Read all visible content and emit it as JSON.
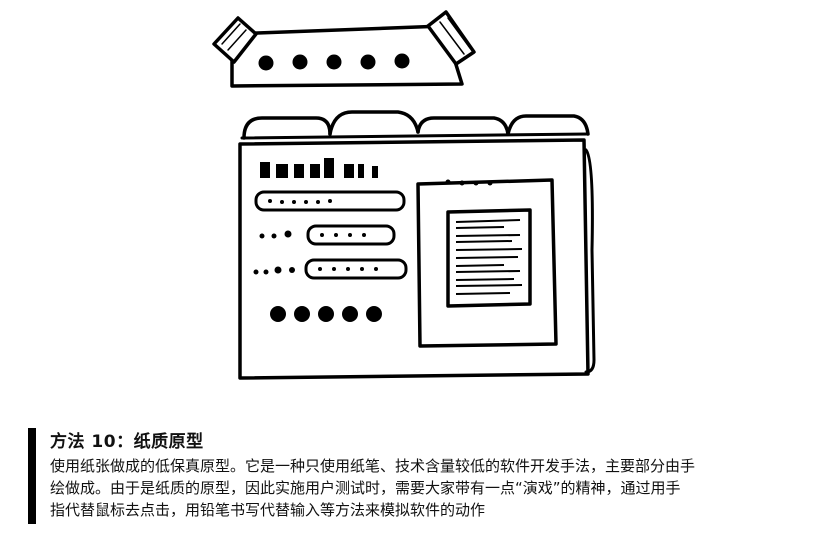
{
  "caption": {
    "title": "方法 10：纸质原型",
    "lines": [
      "使用纸张做成的低保真原型。它是一种只使用纸笔、技术含量较低的软件开发手法，主要部分由手",
      "绘做成。由于是纸质的原型，因此实施用户测试时，需要大家带有一点“演戏”的精神，通过用手",
      "指代替鼠标去点击，用铅笔书写代替输入等方法来模拟软件的动作"
    ]
  }
}
